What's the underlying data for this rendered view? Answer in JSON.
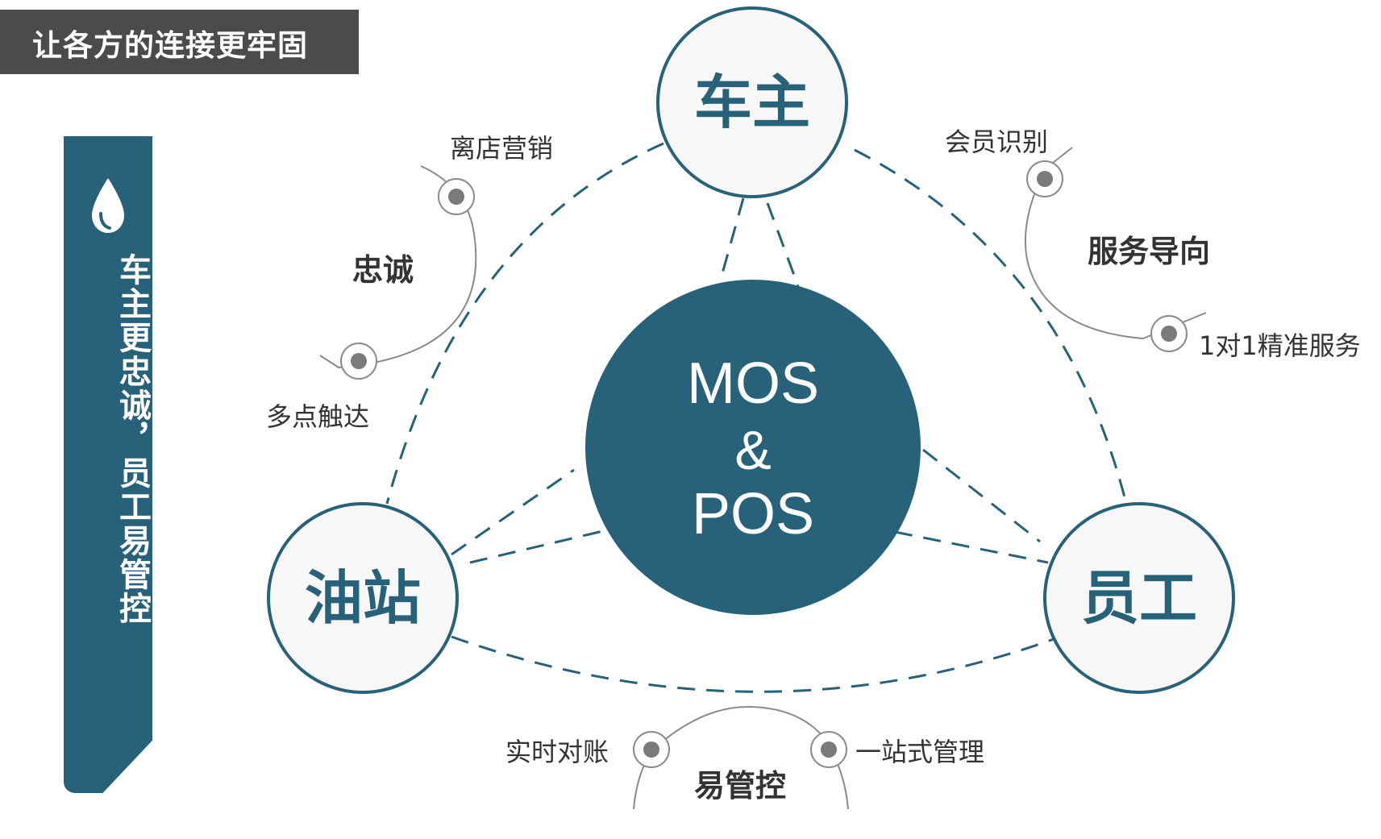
{
  "header": {
    "title": "让各方的连接更牢固"
  },
  "side_panel": {
    "text": "车主更忠诚，员工易管控",
    "icon": "water-drop-icon"
  },
  "colors": {
    "primary": "#27627a",
    "node_fill": "#f7f7f7",
    "connector": "#8a8a8a",
    "text_dark": "#333333",
    "header_bg": "#4b4b4b"
  },
  "nodes": {
    "top": "车主",
    "left": "油站",
    "right": "员工"
  },
  "center": {
    "line1": "MOS",
    "line2": "&",
    "line3": "POS"
  },
  "groups": {
    "left": {
      "title": "忠诚",
      "item1": "离店营销",
      "item2": "多点触达"
    },
    "right": {
      "title": "服务导向",
      "item1": "会员识别",
      "item2": "1对1精准服务"
    },
    "bottom": {
      "title": "易管控",
      "item1": "实时对账",
      "item2": "一站式管理"
    }
  }
}
